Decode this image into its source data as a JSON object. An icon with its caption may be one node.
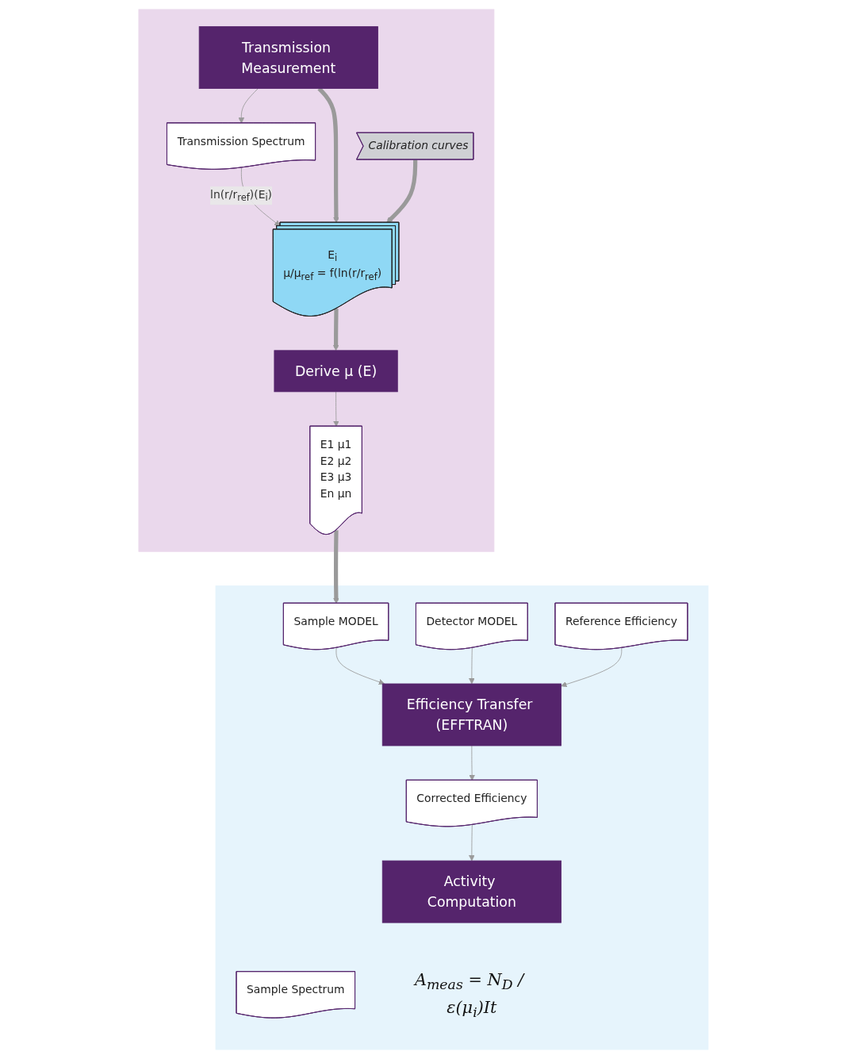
{
  "diagram": {
    "nodes": [
      {
        "text": [],
        "shape": "box"
      },
      {
        "text": [
          "Transmission Measurement"
        ],
        "in": 0
      },
      {
        "text": [
          "Transmission Spectrum"
        ],
        "in": 0
      },
      {
        "text": [
          "E$_{i}$",
          "μ/μ$_{ref}$ = f(ln(r/r$_{ref}$)"
        ],
        "in": 0
      },
      {
        "text": [
          "Calibration curves"
        ],
        "in": 0
      },
      {
        "text": [
          "Derive μ (E)"
        ],
        "in": 0
      },
      {
        "text": [
          "E1 μ1",
          "E2 μ2",
          "E3 μ3",
          "En μn"
        ],
        "in": 0
      },
      {
        "text": [],
        "shape": "box"
      },
      {
        "text": [
          "Sample MODEL"
        ],
        "in": 7
      },
      {
        "text": [
          "Detector MODEL"
        ],
        "in": 7
      },
      {
        "text": [
          "Sample Spectrum"
        ],
        "in": 7
      },
      {
        "text": [
          "Efficiency Transfer (EFFTRAN)"
        ],
        "in": 7
      },
      {
        "text": [
          "Reference Efficiency"
        ],
        "in": 7
      },
      {
        "text": [
          "Corrected Efficiency"
        ],
        "in": 7
      },
      {
        "text": [
          "Activity Computation"
        ],
        "in": 7,
        "beside": [
          "A$_{meas}$ = N$_{D}$ / ε(μ$_{i}$)It"
        ]
      }
    ],
    "edges": [
      {
        "from": 1,
        "to": 2,
        "arrow": "to"
      },
      {
        "from": 2,
        "to": 3,
        "arrow": "to",
        "label": "ln(r/r$_{ref}$)(E$_{i}$)"
      },
      {
        "from": 1,
        "to": 3,
        "arrow": "to",
        "style": "thick"
      },
      {
        "from": 4,
        "to": 3,
        "arrow": "to",
        "style": "thick"
      },
      {
        "from": 3,
        "to": 5,
        "arrow": "to",
        "style": "thick"
      },
      {
        "from": 5,
        "to": 6,
        "arrow": "to"
      },
      {
        "from": 6,
        "to": 8,
        "arrow": "to",
        "style": "thick"
      },
      {
        "from": 8,
        "to": 11,
        "arrow": "to"
      },
      {
        "from": 9,
        "to": 11,
        "arrow": "to"
      },
      {
        "from": 12,
        "to": 11,
        "arrow": "to"
      },
      {
        "from": 11,
        "to": 13,
        "arrow": "to"
      },
      {
        "from": 13,
        "to": 14,
        "arrow": "to"
      }
    ]
  }
}
